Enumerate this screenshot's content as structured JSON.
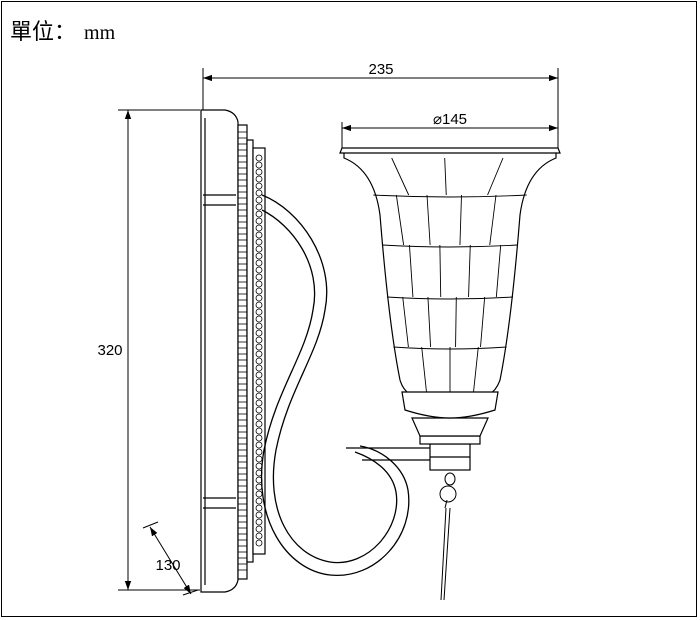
{
  "unit": {
    "label": "單位：",
    "value": "mm"
  },
  "dimensions": {
    "width": "235",
    "shade_diameter": "⌀145",
    "height": "320",
    "depth": "130"
  },
  "colors": {
    "line": "#000000",
    "background": "#ffffff"
  }
}
